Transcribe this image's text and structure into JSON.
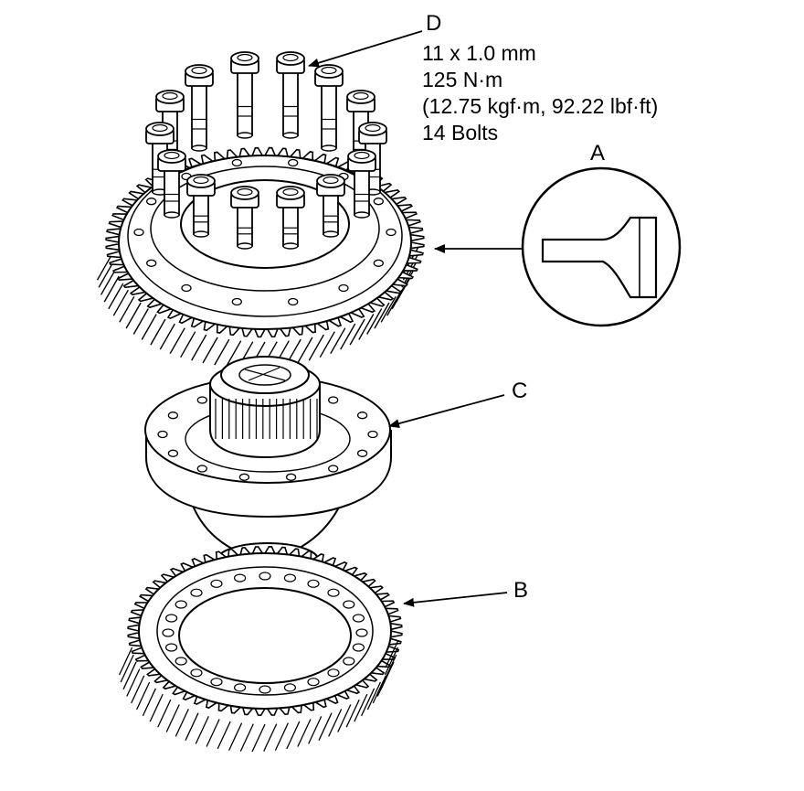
{
  "labels": {
    "A": "A",
    "B": "B",
    "C": "C",
    "D": "D"
  },
  "spec": {
    "thread": "11 x 1.0 mm",
    "torque_nm": "125 N·m",
    "torque_alt": "(12.75 kgf·m, 92.22 lbf·ft)",
    "count": "14 Bolts"
  },
  "colors": {
    "line": "#000000",
    "fill": "#ffffff"
  }
}
